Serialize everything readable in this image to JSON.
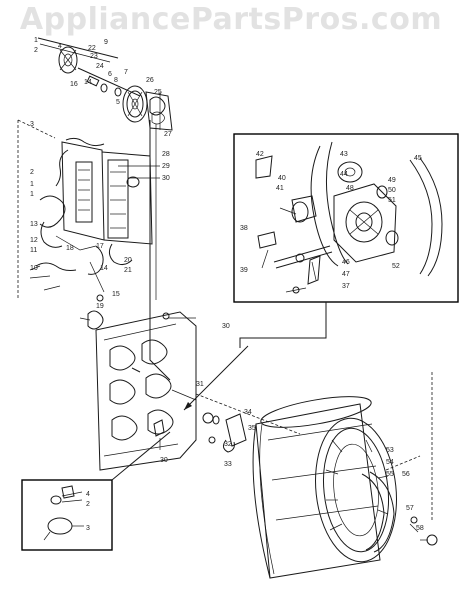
{
  "watermark": "AppliancePartsPros.com",
  "top_labels": [
    "1",
    "2",
    "4",
    "22",
    "23",
    "24",
    "9",
    "6",
    "8",
    "7",
    "14",
    "16",
    "26",
    "25",
    "5",
    "27"
  ],
  "left_labels": [
    "3",
    "2",
    "1",
    "1",
    "12",
    "11",
    "10",
    "13",
    "18",
    "17",
    "14",
    "15",
    "19",
    "28",
    "29",
    "30",
    "20",
    "21"
  ],
  "inset_top_labels": [
    "42",
    "43",
    "44",
    "45",
    "48",
    "40",
    "41",
    "49",
    "50",
    "51",
    "52",
    "38",
    "39",
    "46",
    "47",
    "37"
  ],
  "middle_labels": [
    "30",
    "31",
    "32",
    "33",
    "30"
  ],
  "drum_labels": [
    "34",
    "35",
    "53",
    "54",
    "55",
    "56",
    "57",
    "58"
  ],
  "inset_bottom_labels": [
    "4",
    "2",
    "3"
  ]
}
